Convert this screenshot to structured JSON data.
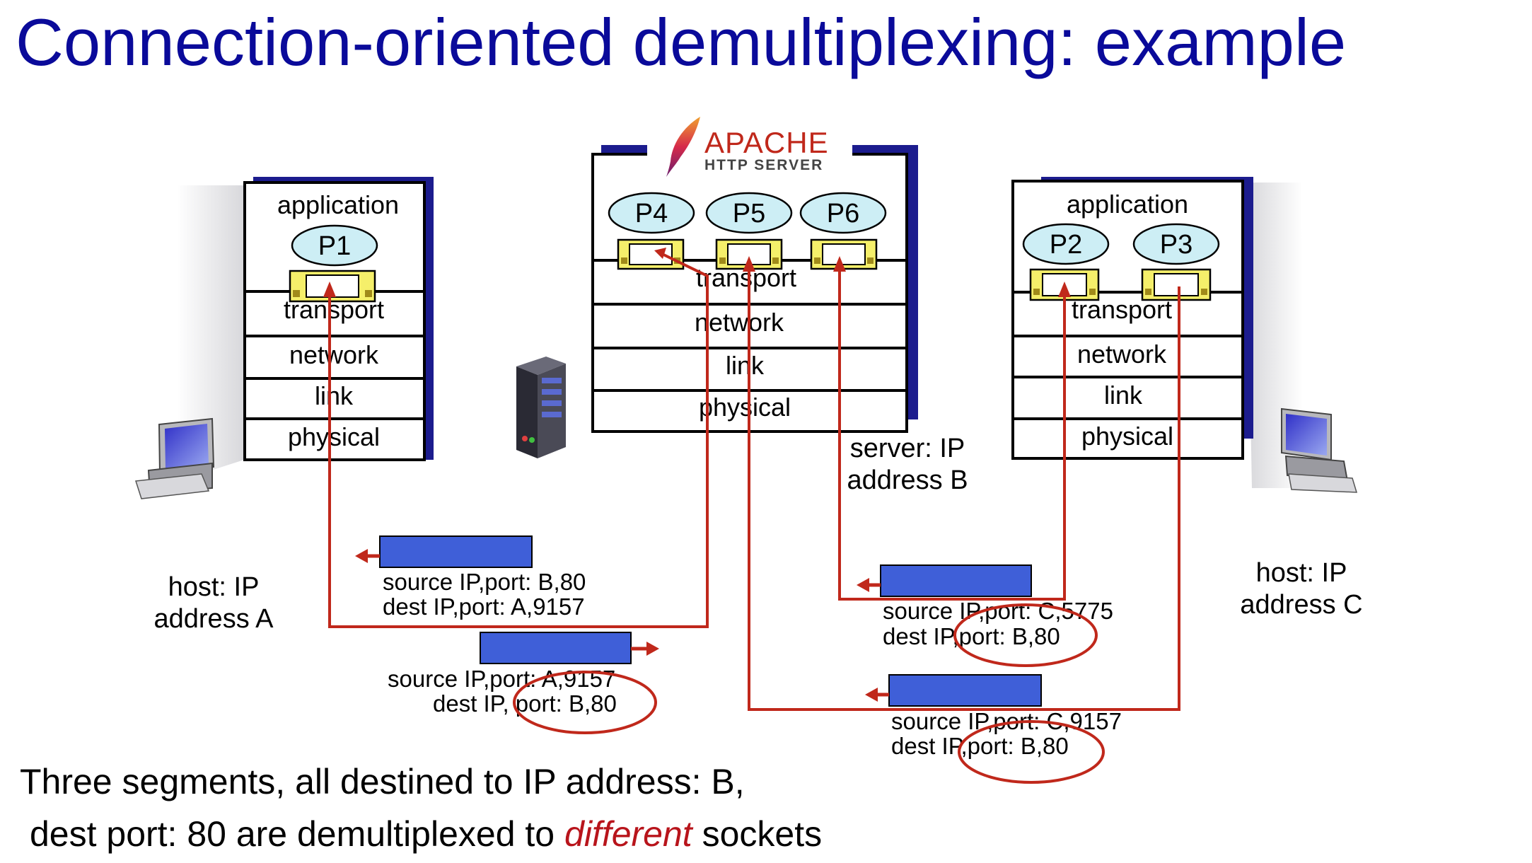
{
  "title": "Connection-oriented demultiplexing: example",
  "logo": {
    "name": "APACHE",
    "tagline": "HTTP SERVER"
  },
  "layers": [
    "transport",
    "network",
    "link",
    "physical"
  ],
  "hosts": {
    "A": {
      "app_label": "application",
      "processes": [
        "P1"
      ],
      "label_line1": "host: IP",
      "label_line2": "address A"
    },
    "server": {
      "processes": [
        "P4",
        "P5",
        "P6"
      ],
      "label_line1": "server: IP",
      "label_line2": "address B"
    },
    "C": {
      "app_label": "application",
      "processes": [
        "P2",
        "P3"
      ],
      "label_line1": "host: IP",
      "label_line2": "address C"
    }
  },
  "segments": [
    {
      "source": "source IP,port: B,80",
      "dest": "dest IP,port: A,9157",
      "direction": "left"
    },
    {
      "source": "source IP,port: A,9157",
      "dest": "dest IP, port: B,80",
      "direction": "right"
    },
    {
      "source": "source IP,port: C,5775",
      "dest": "dest IP,port: B,80",
      "direction": "left"
    },
    {
      "source": "source IP,port: C,9157",
      "dest": "dest IP,port: B,80",
      "direction": "left"
    }
  ],
  "caption": {
    "line1": "Three segments, all destined to IP address: B,",
    "line2_before": "dest port: 80 are demultiplexed to ",
    "line2_em": "different",
    "line2_after": " sockets"
  },
  "colors": {
    "title": "#0a0a9a",
    "arrow": "#c0281b",
    "segment": "#3f5fd8",
    "process": "#cdeef5",
    "socket": "#f5ef6a",
    "stack_shadow": "#1c1c8e"
  }
}
